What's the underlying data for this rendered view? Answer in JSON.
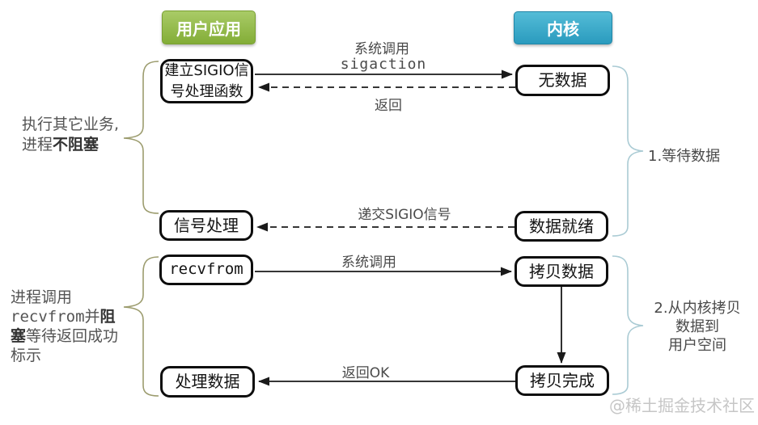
{
  "headers": {
    "user_app": "用户应用",
    "kernel": "内核"
  },
  "boxes": {
    "setup_sigio": {
      "line1": "建立SIGIO信",
      "line2": "号处理函数"
    },
    "no_data": "无数据",
    "signal_handler": "信号处理",
    "data_ready": "数据就绪",
    "recvfrom": "recvfrom",
    "copy_data": "拷贝数据",
    "process_data": "处理数据",
    "copy_done": "拷贝完成"
  },
  "arrow_labels": {
    "syscall_line1": "系统调用",
    "syscall_line2": "sigaction",
    "return": "返回",
    "deliver_sigio": "递交SIGIO信号",
    "syscall_recvfrom": "系统调用",
    "return_ok": "返回OK"
  },
  "left_notes": {
    "note1": {
      "line1": "执行其它业务,",
      "line2_normal": "进程",
      "line2_bold": "不阻塞"
    },
    "note2": {
      "line1": "进程调用",
      "line2_mono": "recvfrom",
      "line2_mid": "并",
      "line2_bold": "阻",
      "line3_bold": "塞",
      "line3_rest": "等待返回成功",
      "line4": "标示"
    }
  },
  "right_notes": {
    "step1": "1.等待数据",
    "step2_line1": "2.从内核拷贝",
    "step2_line2": "数据到",
    "step2_line3": "用户空间"
  },
  "watermark": "@稀土掘金技术社区",
  "colors": {
    "user_app_green": "#8cba45",
    "kernel_blue": "#31a5c6",
    "left_brace": "#9c9c6e",
    "right_brace": "#aacbd4",
    "arrow_black": "#1a1a1a",
    "watermark_gray": "#c6c6c6"
  }
}
